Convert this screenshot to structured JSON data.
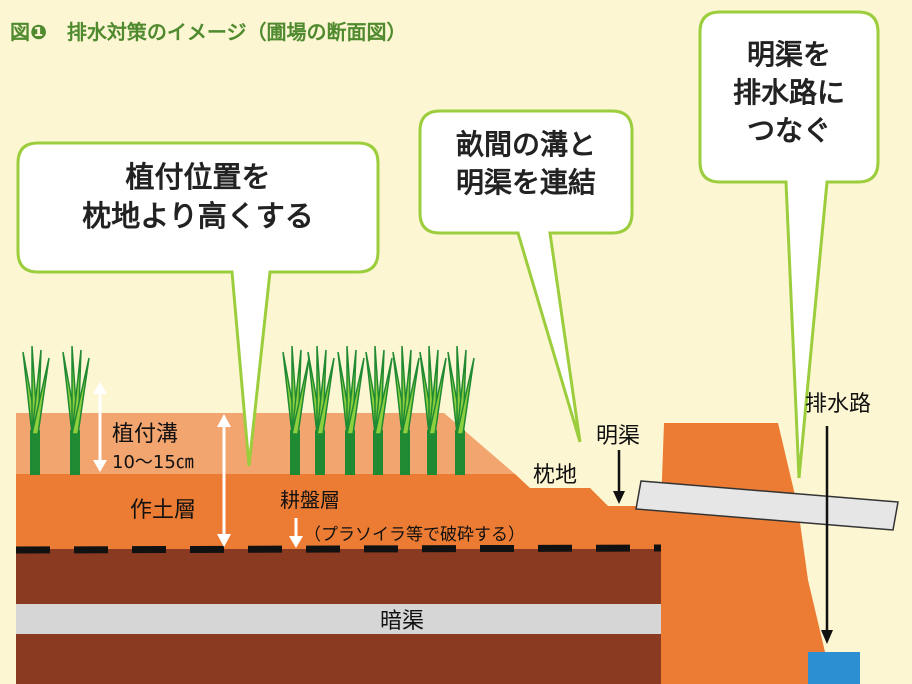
{
  "title": "図❶　排水対策のイメージ（圃場の断面図）",
  "bubbles": {
    "planting": [
      "植付位置を",
      "枕地より高くする"
    ],
    "ditch": [
      "畝間の溝と",
      "明渠を連結"
    ],
    "drain": [
      "明渠を",
      "排水路に",
      "つなぐ"
    ]
  },
  "labels": {
    "furrow": "植付溝",
    "furrow_depth": "10〜15㎝",
    "topsoil": "作土層",
    "hardpan": "耕盤層",
    "hardpan_note": "（プラソイラ等で破砕する）",
    "headland": "枕地",
    "open_ditch": "明渠",
    "drainage": "排水路",
    "underdrain": "暗渠"
  },
  "colors": {
    "background": "#fdf6d3",
    "title": "#4f8a2e",
    "bubble_border": "#9ccd3c",
    "raised_bed": "#f2a56e",
    "topsoil": "#ec7c33",
    "subsoil": "#8a3a20",
    "underdrain_pipe": "#d6d6d6",
    "drain_water": "#2b8fd1",
    "plant_dark": "#1f8a32",
    "plant_light": "#8dcf3f"
  }
}
